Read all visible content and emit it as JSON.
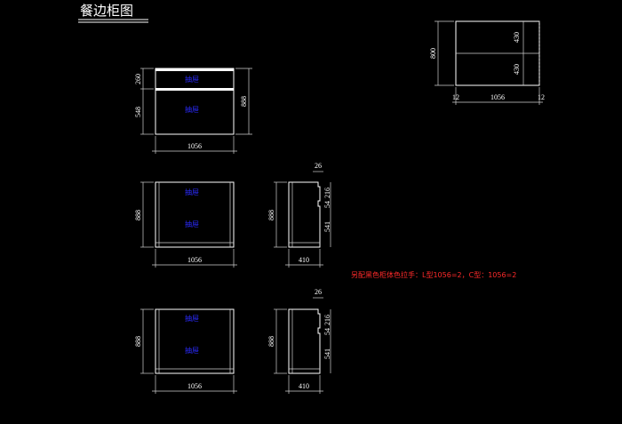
{
  "title": "餐边柜图",
  "note": "另配黑色柜体色拉手：L型1056=2，C型：1056=2",
  "colors": {
    "background": "#000000",
    "line": "#ffffff",
    "label": "#2b2bff",
    "note": "#ff2a2a"
  },
  "top_right": {
    "height": "800",
    "top_part": "430",
    "bottom_part": "430",
    "width": "1056",
    "left_side": "12",
    "right_side": "12"
  },
  "view_a": {
    "drawer_height": "260",
    "lower_height": "548",
    "total_height": "888",
    "width": "1056",
    "label_top": "抽屉",
    "label_mid": "抽屉"
  },
  "view_b": {
    "height": "888",
    "width": "1056",
    "label_top": "抽屉",
    "label_mid": "抽屉"
  },
  "side_b": {
    "top_dim": "26",
    "d1": "216",
    "d2": "54",
    "d3": "541",
    "height": "888",
    "depth": "410"
  },
  "view_c": {
    "height": "888",
    "width": "1056",
    "label_top": "抽屉",
    "label_mid": "抽屉"
  },
  "side_c": {
    "top_dim": "26",
    "d1": "216",
    "d2": "54",
    "d3": "541",
    "height": "888",
    "depth": "410"
  }
}
